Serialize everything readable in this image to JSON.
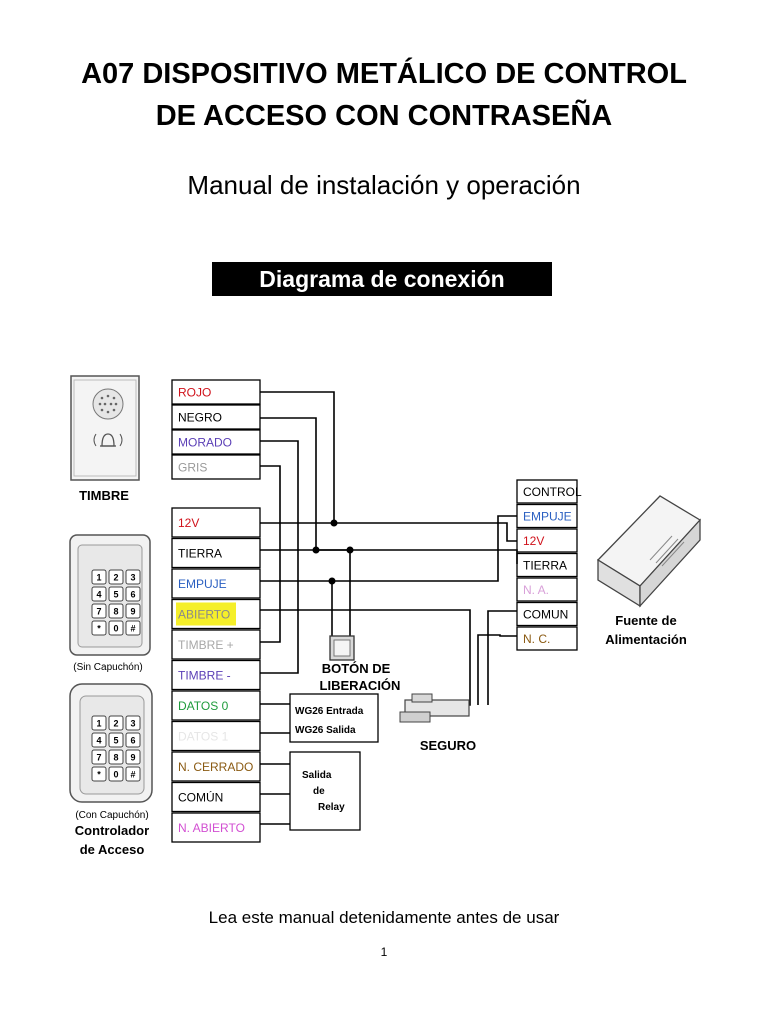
{
  "title_line1": "A07 DISPOSITIVO METÁLICO DE CONTROL",
  "title_line2": "DE ACCESO CON CONTRASEÑA",
  "subtitle": "Manual de instalación y operación",
  "section_heading": "Diagrama de conexión",
  "footer_note": "Lea este manual detenidamente antes de usar",
  "page_number": "1",
  "diagram": {
    "timbre_label": "TIMBRE",
    "sin_capuchon": "(Sin Capuchón)",
    "con_capuchon": "(Con Capuchón)",
    "controlador_line1": "Controlador",
    "controlador_line2": "de Acceso",
    "boton_line1": "BOTÓN DE",
    "boton_line2": "LIBERACIÓN",
    "seguro": "SEGURO",
    "fuente_line1": "Fuente de",
    "fuente_line2": "Alimentación",
    "wg26_entrada": "WG26 Entrada",
    "wg26_salida": "WG26 Salida",
    "relay_line1": "Salida",
    "relay_line2": "de",
    "relay_line3": "Relay",
    "timbre_terminals": [
      {
        "label": "ROJO",
        "color": "#d0121b"
      },
      {
        "label": "NEGRO",
        "color": "#000000"
      },
      {
        "label": "MORADO",
        "color": "#5b3fb6"
      },
      {
        "label": "GRIS",
        "color": "#9a9a9a"
      }
    ],
    "controller_terminals": [
      {
        "label": "12V",
        "color": "#d0121b"
      },
      {
        "label": "TIERRA",
        "color": "#000000"
      },
      {
        "label": "EMPUJE",
        "color": "#2a5fc1"
      },
      {
        "label": "ABIERTO",
        "color": "#8a8a8a"
      },
      {
        "label": "TIMBRE +",
        "color": "#a8a8a8"
      },
      {
        "label": "TIMBRE -",
        "color": "#5b3fb6"
      },
      {
        "label": "DATOS 0",
        "color": "#1e9b3b"
      },
      {
        "label": "DATOS 1",
        "color": "#e6e6e6"
      },
      {
        "label": "N. CERRADO",
        "color": "#8a5a12"
      },
      {
        "label": "COMÚN",
        "color": "#000000"
      },
      {
        "label": "N. ABIERTO",
        "color": "#d24fd2"
      }
    ],
    "power_terminals": [
      {
        "label": "CONTROL",
        "color": "#000000"
      },
      {
        "label": "EMPUJE",
        "color": "#2a5fc1"
      },
      {
        "label": "12V",
        "color": "#d0121b"
      },
      {
        "label": "TIERRA",
        "color": "#000000"
      },
      {
        "label": "N. A.",
        "color": "#d9a0d9"
      },
      {
        "label": "COMUN",
        "color": "#000000"
      },
      {
        "label": "N. C.",
        "color": "#8a5a12"
      }
    ],
    "keypad_keys": [
      "1",
      "2",
      "3",
      "4",
      "5",
      "6",
      "7",
      "8",
      "9",
      "*",
      "0",
      "#"
    ],
    "abierto_highlight": "#f5ef2a"
  }
}
